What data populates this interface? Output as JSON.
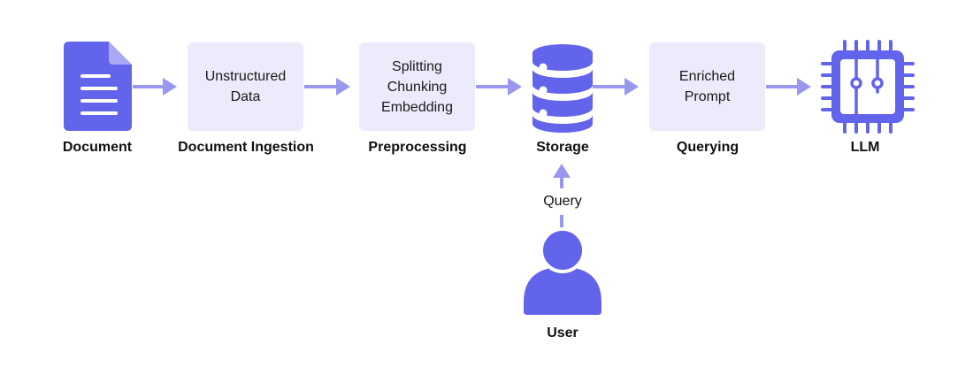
{
  "colors": {
    "accent": "#6364ec",
    "arrow": "#9a98ee",
    "box_fill": "#ebebfb"
  },
  "nodes": {
    "document": {
      "label": "Document",
      "icon": "document-icon"
    },
    "ingestion": {
      "box_text": "Unstructured\nData",
      "label": "Document Ingestion"
    },
    "preprocessing": {
      "box_text": "Splitting\nChunking\nEmbedding",
      "label": "Preprocessing"
    },
    "storage": {
      "label": "Storage",
      "icon": "database-icon"
    },
    "querying": {
      "box_text": "Enriched\nPrompt",
      "label": "Querying"
    },
    "llm": {
      "label": "LLM",
      "icon": "cpu-chip-icon"
    },
    "user": {
      "label": "User",
      "icon": "user-icon"
    }
  },
  "edges": {
    "query": {
      "label": "Query"
    }
  }
}
